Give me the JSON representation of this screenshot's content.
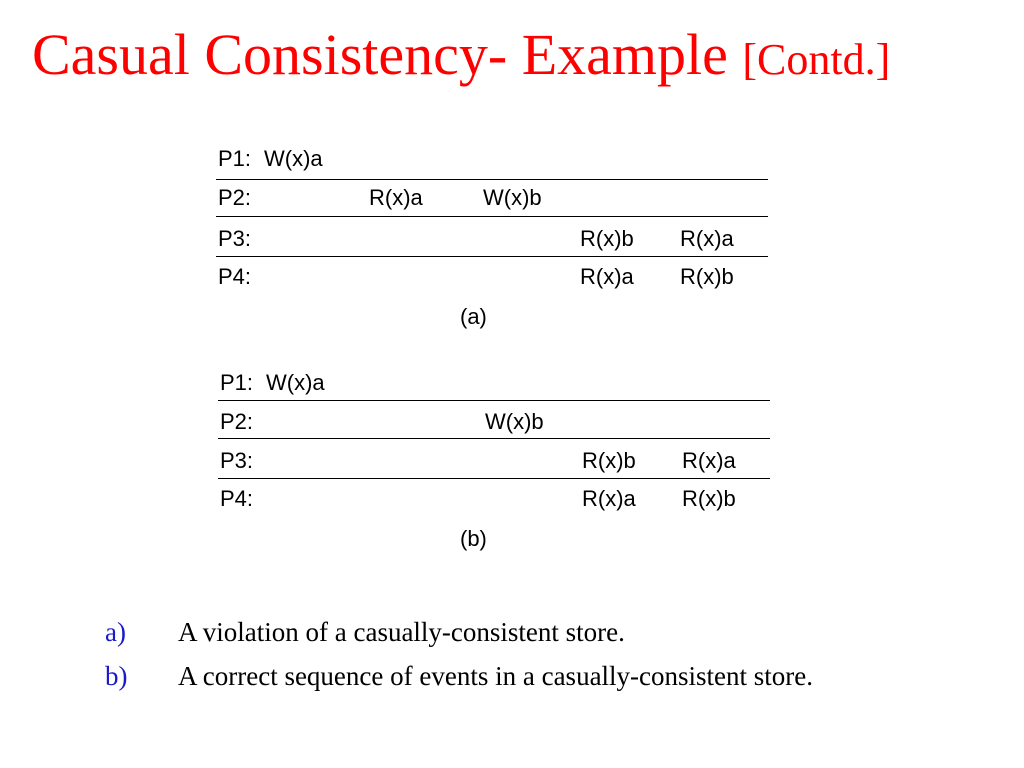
{
  "slide": {
    "title_main": "Casual Consistency- Example ",
    "title_contd": "[Contd.]"
  },
  "diagram_a": {
    "caption": "(a)",
    "rows": [
      {
        "process": "P1:",
        "events": [
          "W(x)a",
          "",
          "",
          "",
          ""
        ]
      },
      {
        "process": "P2:",
        "events": [
          "",
          "R(x)a",
          "W(x)b",
          "",
          ""
        ]
      },
      {
        "process": "P3:",
        "events": [
          "",
          "",
          "",
          "R(x)b",
          "R(x)a"
        ]
      },
      {
        "process": "P4:",
        "events": [
          "",
          "",
          "",
          "R(x)a",
          "R(x)b"
        ]
      }
    ]
  },
  "diagram_b": {
    "caption": "(b)",
    "rows": [
      {
        "process": "P1:",
        "events": [
          "W(x)a",
          "",
          "",
          "",
          ""
        ]
      },
      {
        "process": "P2:",
        "events": [
          "",
          "",
          "W(x)b",
          "",
          ""
        ]
      },
      {
        "process": "P3:",
        "events": [
          "",
          "",
          "",
          "R(x)b",
          "R(x)a"
        ]
      },
      {
        "process": "P4:",
        "events": [
          "",
          "",
          "",
          "R(x)a",
          "R(x)b"
        ]
      }
    ]
  },
  "notes": [
    {
      "marker": "a)",
      "text": "A violation of a casually-consistent store."
    },
    {
      "marker": "b)",
      "text": "A correct sequence of events in a casually-consistent store."
    }
  ],
  "colors": {
    "title": "#ff0000",
    "marker": "#1a1acc"
  }
}
